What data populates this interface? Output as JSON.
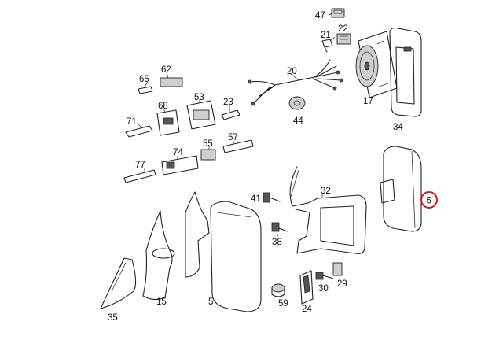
{
  "diagram": {
    "part_labels": {
      "p47": "47",
      "p21": "21",
      "p22": "22",
      "p17": "17",
      "p34": "34",
      "p20": "20",
      "p65": "65",
      "p62": "62",
      "p68": "68",
      "p53": "53",
      "p23": "23",
      "p44": "44",
      "p71": "71",
      "p74": "74",
      "p55": "55",
      "p57": "57",
      "p77": "77",
      "p41": "41",
      "p32": "32",
      "p38": "38",
      "p35": "35",
      "p15": "15",
      "p5a": "5",
      "p59": "59",
      "p24": "24",
      "p30": "30",
      "p29": "29",
      "p5b": "5"
    },
    "highlight_color": "#d0192b"
  }
}
